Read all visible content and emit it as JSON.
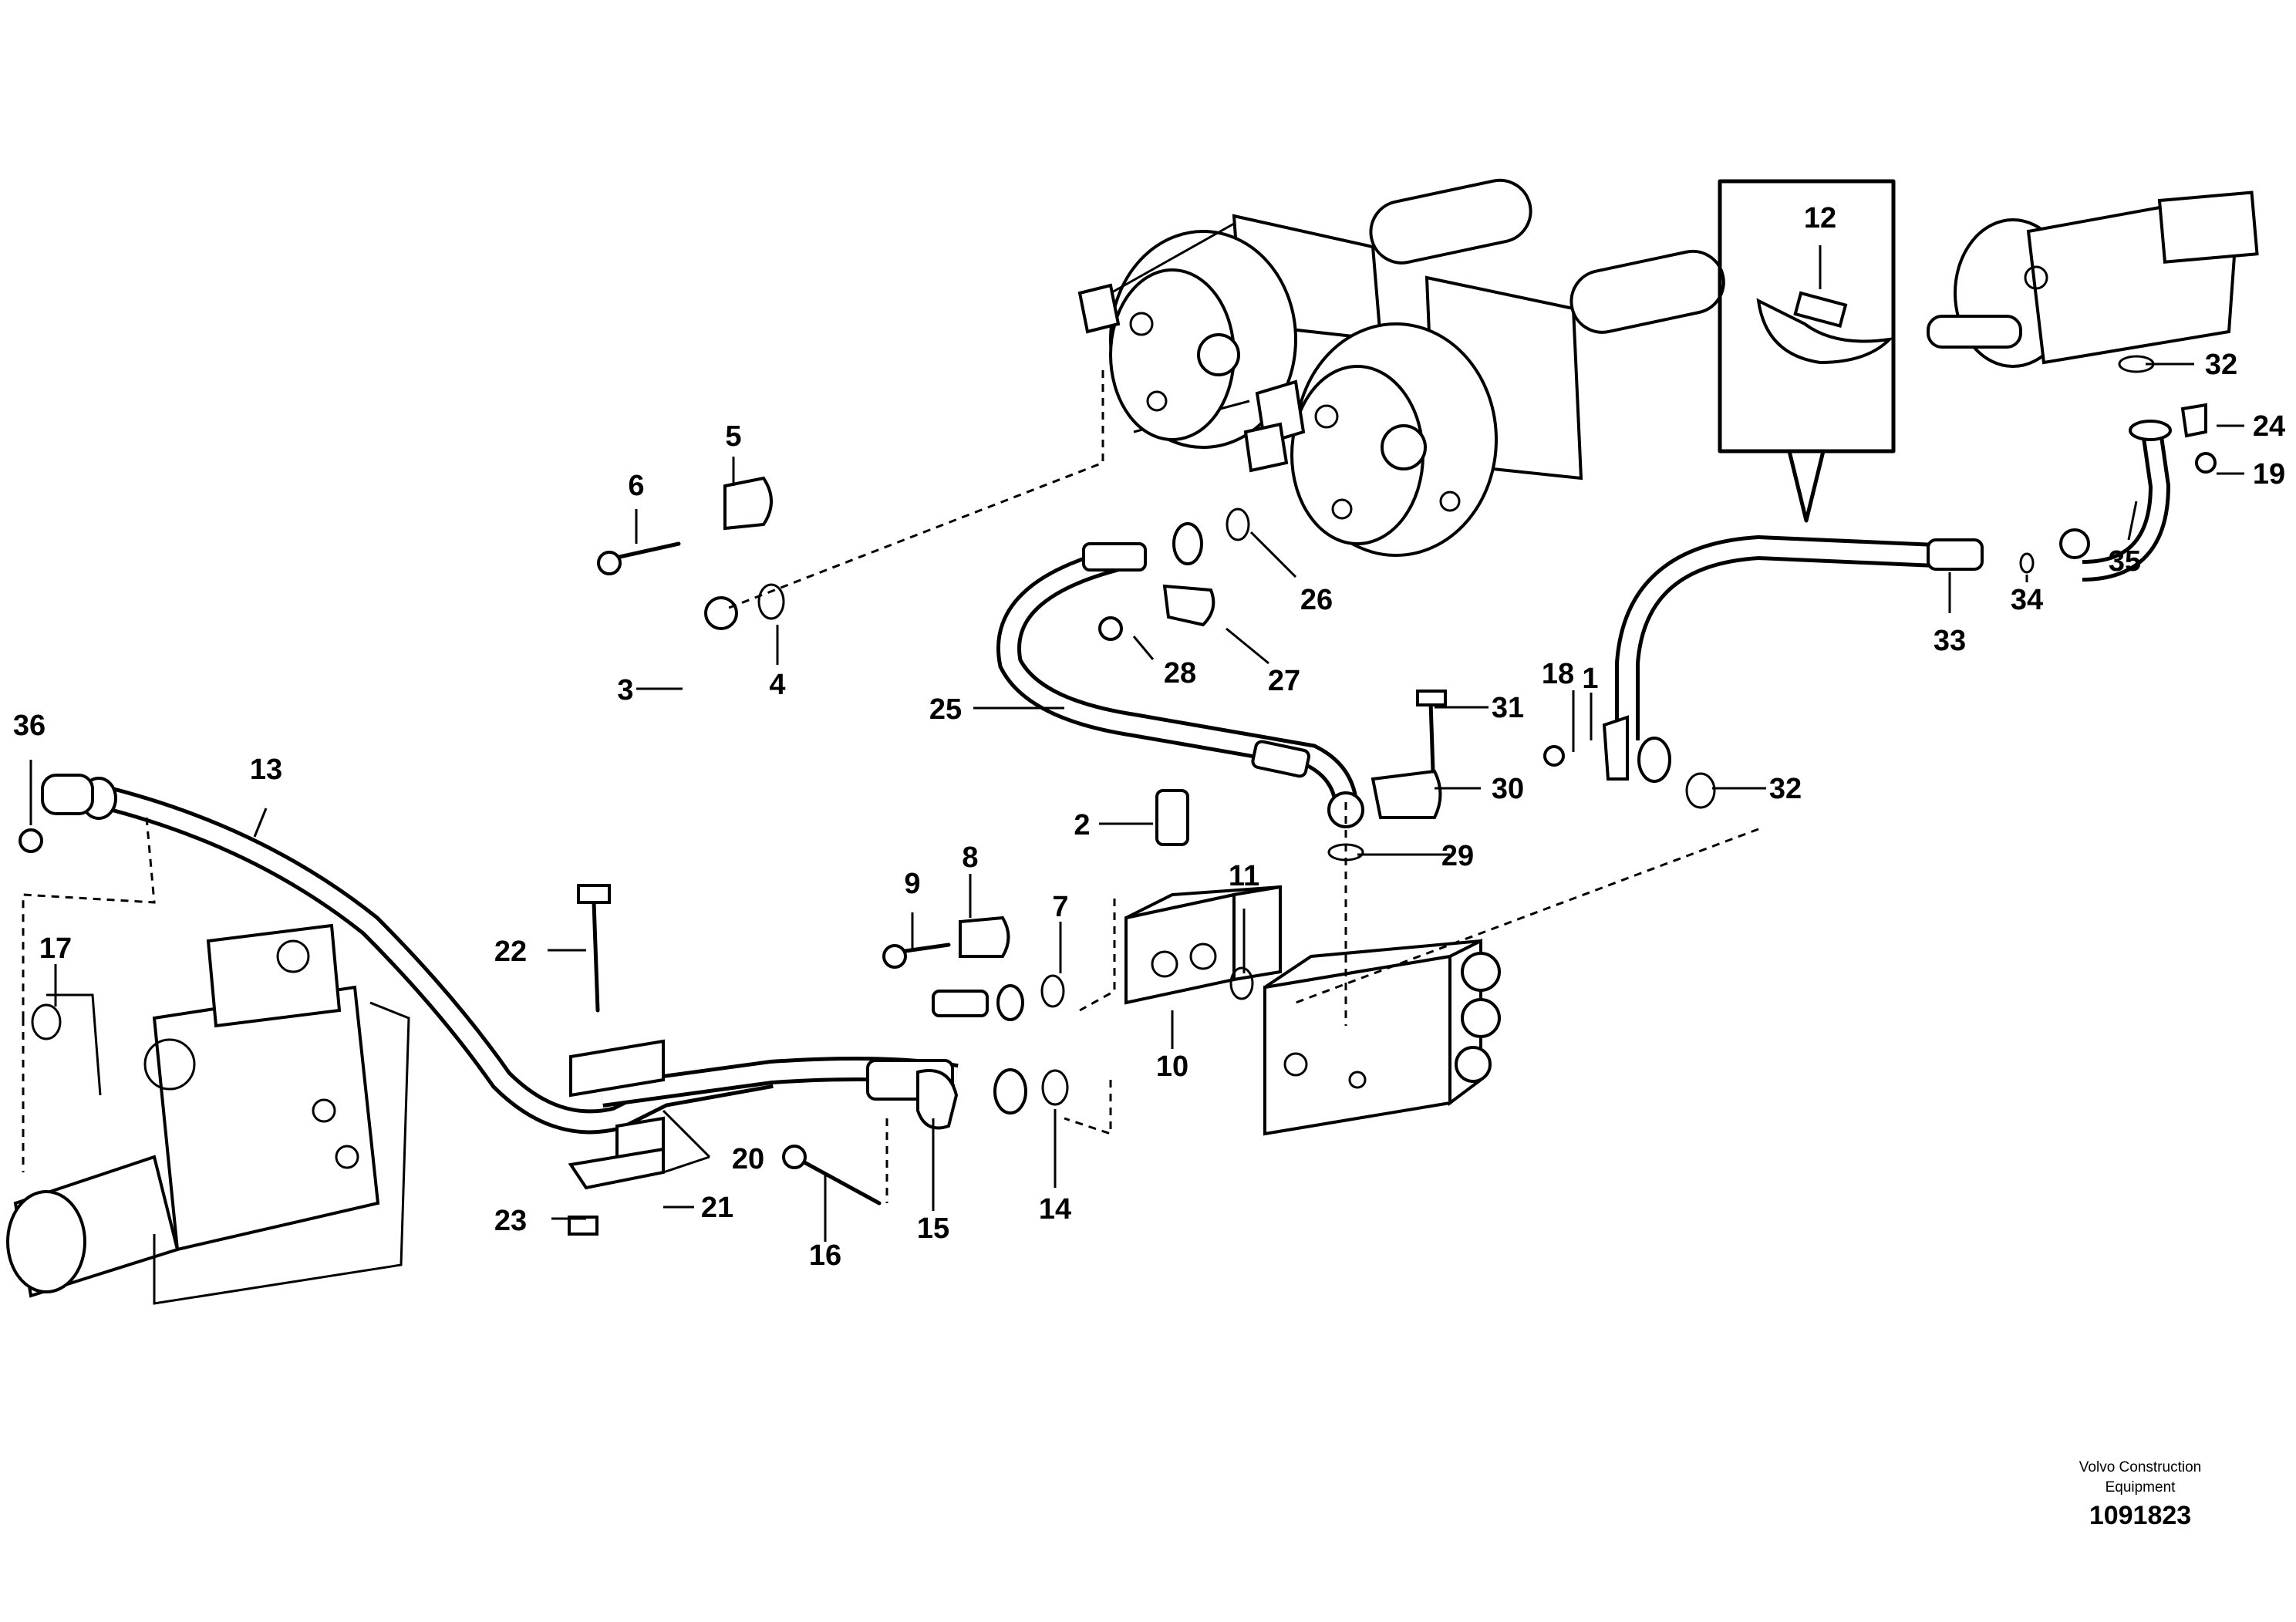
{
  "callouts": [
    "1",
    "2",
    "3",
    "4",
    "5",
    "6",
    "7",
    "8",
    "9",
    "10",
    "11",
    "12",
    "13",
    "14",
    "15",
    "16",
    "17",
    "18",
    "19",
    "20",
    "21",
    "22",
    "23",
    "24",
    "25",
    "26",
    "27",
    "28",
    "29",
    "30",
    "31",
    "32",
    "32",
    "33",
    "34",
    "35",
    "36"
  ],
  "footer": {
    "brand_line1": "Volvo Construction",
    "brand_line2": "Equipment",
    "doc_number": "1091823"
  }
}
